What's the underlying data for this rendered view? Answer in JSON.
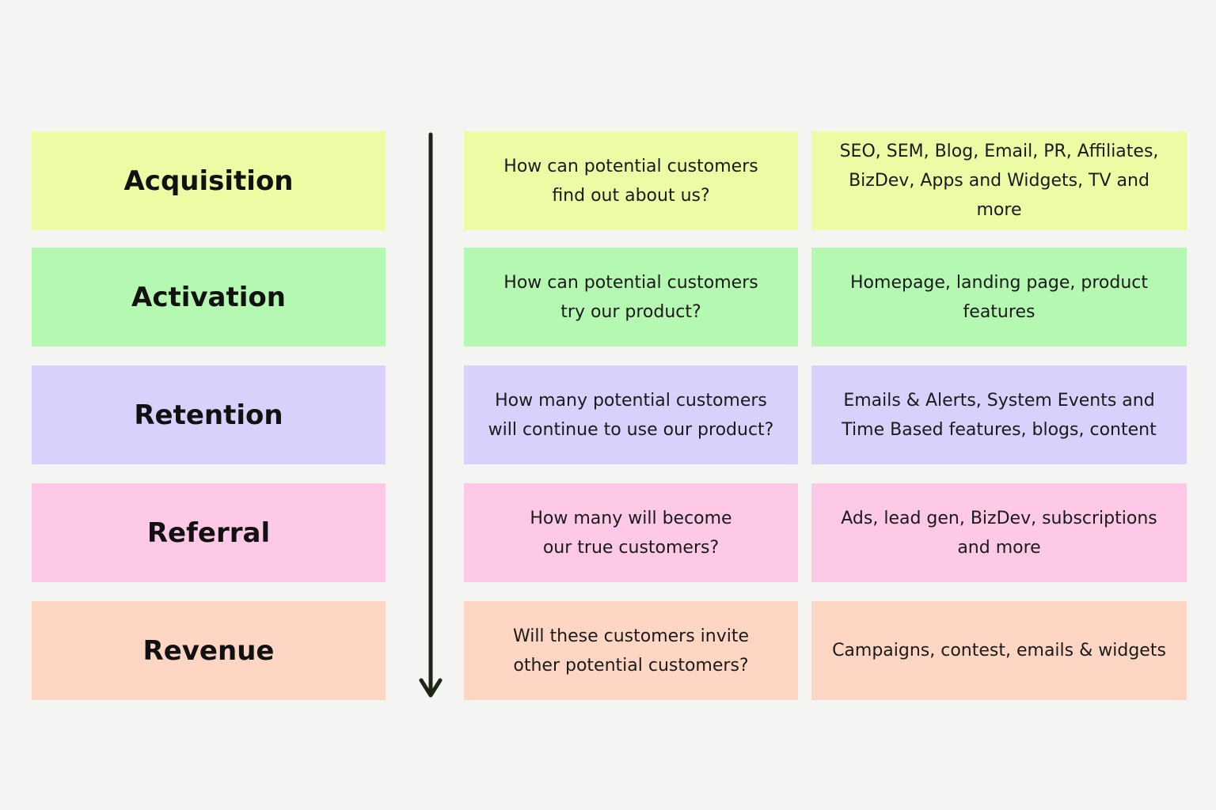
{
  "colors": {
    "acquisition": "#ecfca4",
    "activation": "#b4f8b2",
    "retention": "#d9d1fb",
    "referral": "#fdc9e7",
    "revenue": "#ffd6c3",
    "arrow": "#1d2616"
  },
  "rows": [
    {
      "stage": "Acquisition",
      "question": "How can potential customers find out about us?",
      "tactics": "SEO, SEM, Blog, Email, PR, Affiliates, BizDev, Apps and Widgets, TV and more"
    },
    {
      "stage": "Activation",
      "question": "How can potential customers try our product?",
      "tactics": "Homepage, landing page, product features"
    },
    {
      "stage": "Retention",
      "question": "How many potential customers will continue to use our product?",
      "tactics": "Emails & Alerts, System Events and Time Based features, blogs, content"
    },
    {
      "stage": "Referral",
      "question": "How many will become our true customers?",
      "tactics": "Ads, lead gen, BizDev, subscriptions and more"
    },
    {
      "stage": "Revenue",
      "question": "Will these customers invite other potential customers?",
      "tactics": "Campaigns, contest, emails & widgets"
    }
  ]
}
